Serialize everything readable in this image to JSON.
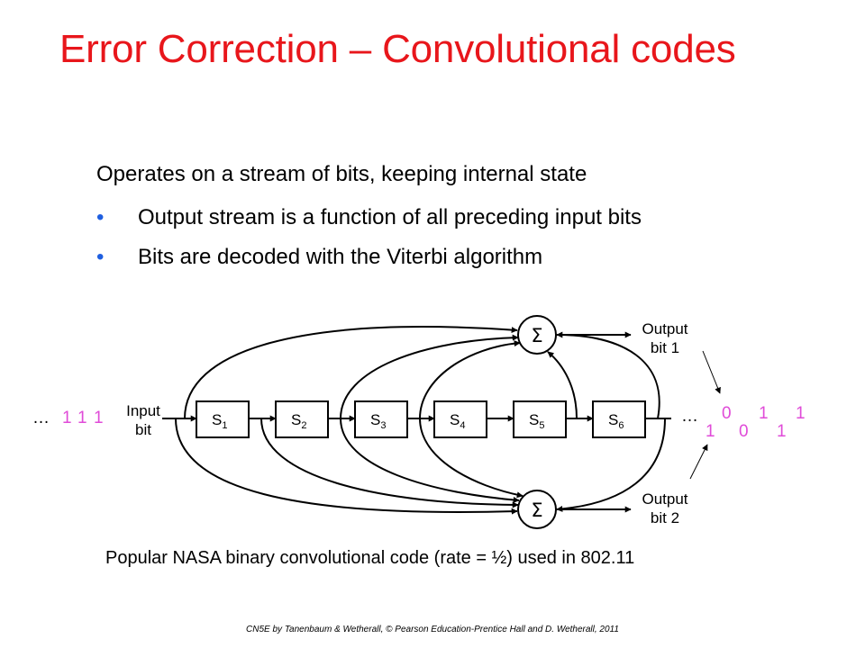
{
  "slide": {
    "title": "Error Correction – Convolutional codes",
    "intro": "Operates on a stream of bits, keeping internal state",
    "bullets": [
      "Output stream is a function of all preceding input bits",
      "Bits are decoded with the Viterbi algorithm"
    ],
    "caption": "Popular NASA binary convolutional code (rate = ½) used in 802.11",
    "footer": "CN5E by Tanenbaum & Wetherall, © Pearson Education-Prentice Hall and D. Wetherall, 2011"
  },
  "diagram": {
    "input_label": [
      "Input",
      "bit"
    ],
    "input_ellipsis": "…",
    "input_bits": [
      "1",
      "1",
      "1"
    ],
    "registers": [
      {
        "base": "S",
        "sub": "1"
      },
      {
        "base": "S",
        "sub": "2"
      },
      {
        "base": "S",
        "sub": "3"
      },
      {
        "base": "S",
        "sub": "4"
      },
      {
        "base": "S",
        "sub": "5"
      },
      {
        "base": "S",
        "sub": "6"
      }
    ],
    "adder_symbol": "Σ",
    "output1_label": [
      "Output",
      "bit 1"
    ],
    "output2_label": [
      "Output",
      "bit 2"
    ],
    "output_ellipsis": "…",
    "output_bits_upper": [
      "0",
      "1",
      "1"
    ],
    "output_bits_lower": [
      "1",
      "0",
      "1"
    ],
    "colors": {
      "title": "#e8161b",
      "bullet": "#1f5fe0",
      "bits": "#e04bd8"
    }
  }
}
